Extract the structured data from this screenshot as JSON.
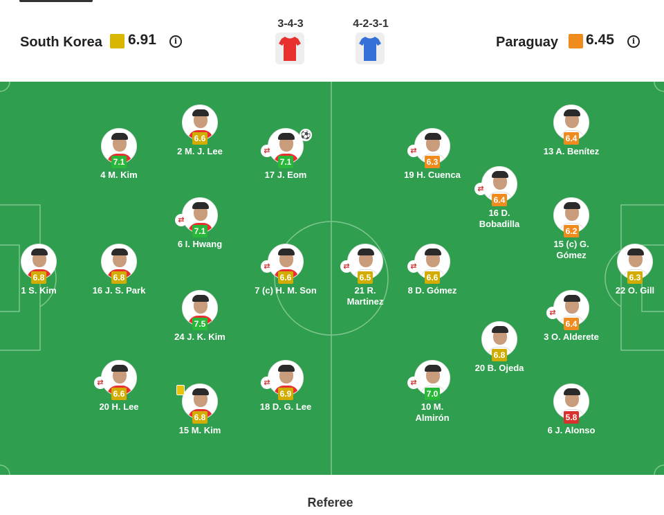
{
  "home": {
    "name": "South Korea",
    "rating": "6.91",
    "rating_color": "#d9b600",
    "formation": "3-4-3",
    "kit_color": "#e8302f"
  },
  "away": {
    "name": "Paraguay",
    "rating": "6.45",
    "rating_color": "#f08c1e",
    "formation": "4-2-3-1",
    "kit_color": "#3570d8"
  },
  "info_icon_glyph": "i",
  "colors": {
    "pitch": "#2f9e4f",
    "rating_green": "#29b839",
    "rating_yellow": "#d2ad00",
    "rating_orange": "#f08c1e",
    "rating_red": "#d8302c"
  },
  "players": [
    {
      "id": "s-kim",
      "name": "1 S. Kim",
      "rating": "6.8",
      "rating_color": "#d2ad00",
      "team": "home"
    },
    {
      "id": "j-s-park",
      "name": "16 J. S. Park",
      "rating": "6.8",
      "rating_color": "#d2ad00",
      "team": "home"
    },
    {
      "id": "m-kim-4",
      "name": "4 M. Kim",
      "rating": "7.1",
      "rating_color": "#29b839",
      "team": "home"
    },
    {
      "id": "h-lee",
      "name": "20 H. Lee",
      "rating": "6.6",
      "rating_color": "#d2ad00",
      "team": "home",
      "event": "substitution"
    },
    {
      "id": "m-j-lee",
      "name": "2 M. J. Lee",
      "rating": "6.6",
      "rating_color": "#d2ad00",
      "team": "home"
    },
    {
      "id": "i-hwang",
      "name": "6 I. Hwang",
      "rating": "7.1",
      "rating_color": "#29b839",
      "team": "home",
      "event": "substitution"
    },
    {
      "id": "j-k-kim",
      "name": "24 J. K. Kim",
      "rating": "7.5",
      "rating_color": "#29b839",
      "team": "home"
    },
    {
      "id": "m-kim-15",
      "name": "15 M. Kim",
      "rating": "6.8",
      "rating_color": "#d2ad00",
      "team": "home",
      "event": "yellow-card"
    },
    {
      "id": "j-eom",
      "name": "17 J. Eom",
      "rating": "7.1",
      "rating_color": "#29b839",
      "team": "home",
      "event": "substitution",
      "goal": true
    },
    {
      "id": "h-m-son",
      "name": "7 (c) H. M. Son",
      "rating": "6.6",
      "rating_color": "#d2ad00",
      "team": "home",
      "event": "substitution"
    },
    {
      "id": "d-g-lee",
      "name": "18 D. G. Lee",
      "rating": "6.9",
      "rating_color": "#d2ad00",
      "team": "home",
      "event": "substitution"
    },
    {
      "id": "r-martinez",
      "name": "21 R. Martinez",
      "rating": "6.5",
      "rating_color": "#d2ad00",
      "team": "away",
      "event": "substitution"
    },
    {
      "id": "h-cuenca",
      "name": "19 H. Cuenca",
      "rating": "6.3",
      "rating_color": "#f08c1e",
      "team": "away",
      "event": "substitution"
    },
    {
      "id": "d-gomez",
      "name": "8 D. Gómez",
      "rating": "6.6",
      "rating_color": "#d2ad00",
      "team": "away",
      "event": "substitution"
    },
    {
      "id": "m-almiron",
      "name": "10 M. Almirón",
      "rating": "7.0",
      "rating_color": "#29b839",
      "team": "away",
      "event": "substitution"
    },
    {
      "id": "d-bobadilla",
      "name": "16 D. Bobadilla",
      "rating": "6.4",
      "rating_color": "#f08c1e",
      "team": "away",
      "event": "substitution"
    },
    {
      "id": "b-ojeda",
      "name": "20 B. Ojeda",
      "rating": "6.8",
      "rating_color": "#d2ad00",
      "team": "away"
    },
    {
      "id": "a-benitez",
      "name": "13 A. Benítez",
      "rating": "6.4",
      "rating_color": "#f08c1e",
      "team": "away"
    },
    {
      "id": "g-gomez",
      "name": "15 (c) G. Gómez",
      "rating": "6.2",
      "rating_color": "#f08c1e",
      "team": "away"
    },
    {
      "id": "o-alderete",
      "name": "3 O. Alderete",
      "rating": "6.4",
      "rating_color": "#f08c1e",
      "team": "away",
      "event": "substitution"
    },
    {
      "id": "j-alonso",
      "name": "6 J. Alonso",
      "rating": "5.8",
      "rating_color": "#d8302c",
      "team": "away"
    },
    {
      "id": "o-gill",
      "name": "22 O. Gill",
      "rating": "6.3",
      "rating_color": "#d2ad00",
      "team": "away"
    }
  ],
  "referee_label": "Referee"
}
